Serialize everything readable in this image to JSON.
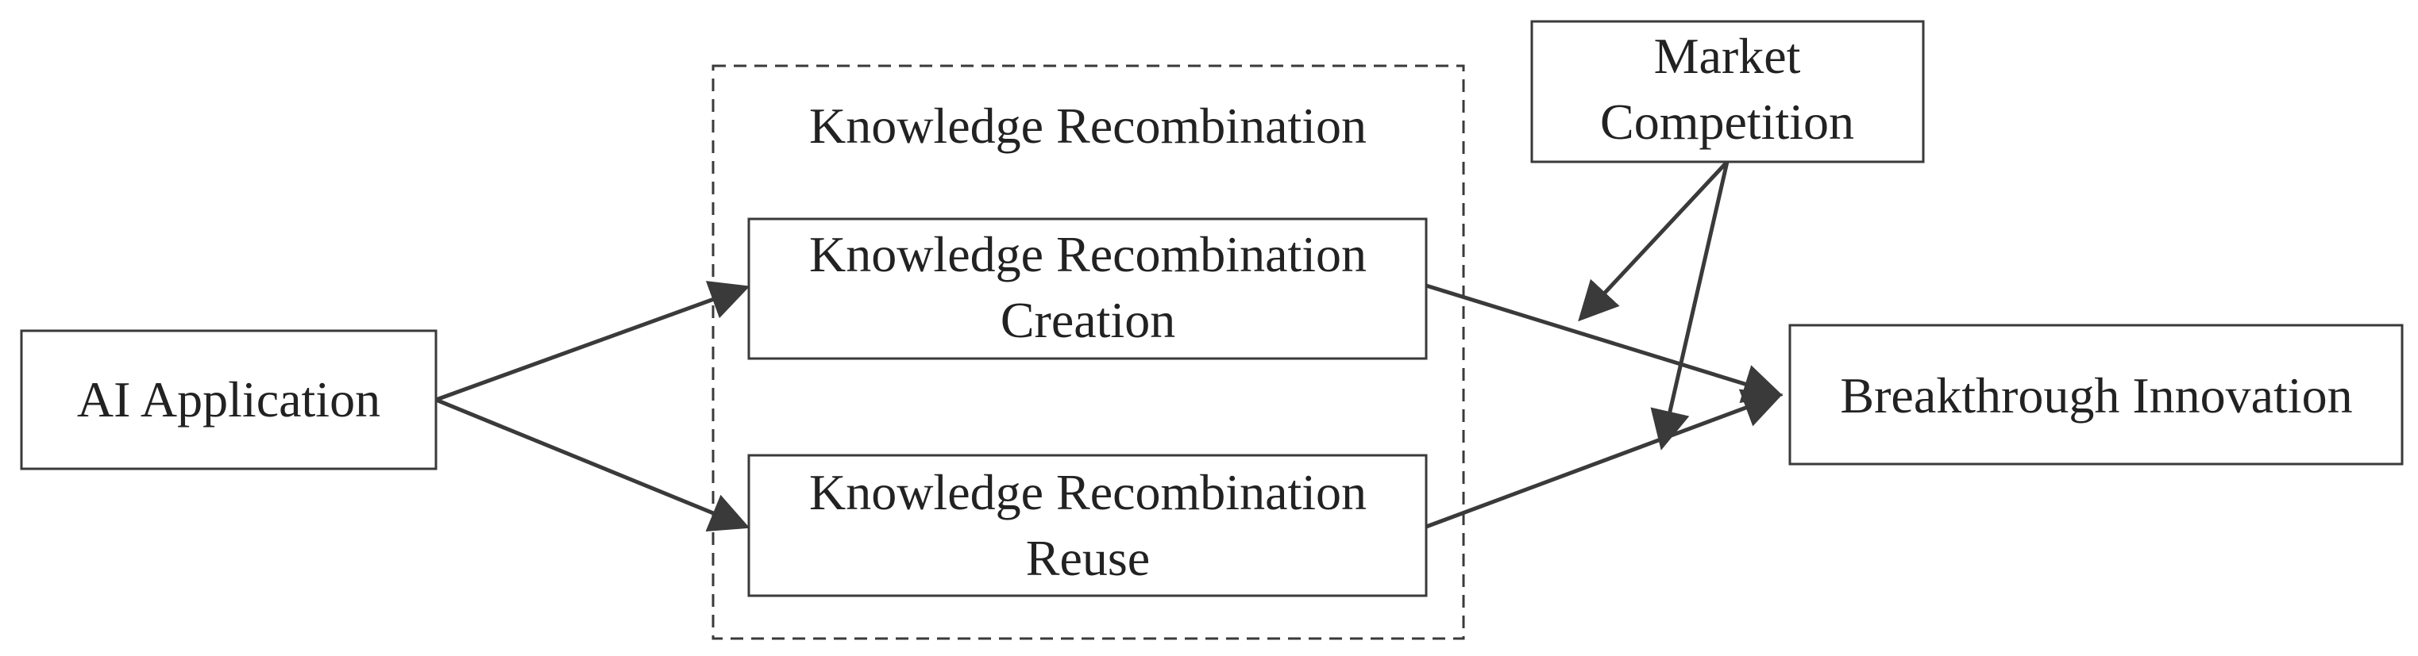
{
  "diagram": {
    "ai_application": "AI Application",
    "knowledge_recombination": "Knowledge Recombination",
    "creation_line1": "Knowledge Recombination",
    "creation_line2": "Creation",
    "reuse_line1": "Knowledge Recombination",
    "reuse_line2": "Reuse",
    "market_line1": "Market",
    "market_line2": "Competition",
    "breakthrough_innovation": "Breakthrough Innovation"
  },
  "colors": {
    "stroke": "#3a3a3a",
    "text": "#222222",
    "background": "#ffffff"
  }
}
